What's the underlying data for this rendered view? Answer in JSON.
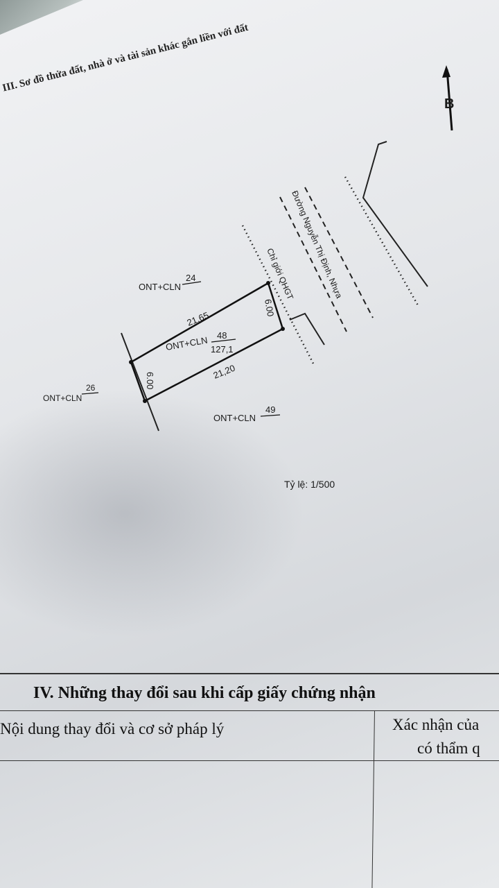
{
  "section3": {
    "title": "III. Sơ đồ thửa đất, nhà ở và tài sản khác gắn liền với đất"
  },
  "map": {
    "north_label": "B",
    "road_label": "Đường Nguyễn Thị Định, Nhựa",
    "boundary_label": "Chỉ giới QHGT",
    "parcels": {
      "p24": {
        "label": "ONT+CLN",
        "number": "24"
      },
      "p26": {
        "label": "ONT+CLN",
        "number": "26"
      },
      "p48": {
        "label": "ONT+CLN",
        "number": "48",
        "area": "127,1"
      },
      "p49": {
        "label": "ONT+CLN",
        "number": "49"
      }
    },
    "dimensions": {
      "top": "21,65",
      "bottom": "21,20",
      "left": "6.00",
      "right": "6.00"
    },
    "scale": "Tỷ lệ: 1/500"
  },
  "section4": {
    "title": "IV. Những thay đổi sau khi cấp giấy chứng nhận",
    "col1_header": "Nội dung thay đổi và cơ sở pháp lý",
    "col2_header_line1": "Xác nhận của",
    "col2_header_line2": "có thẩm q"
  }
}
